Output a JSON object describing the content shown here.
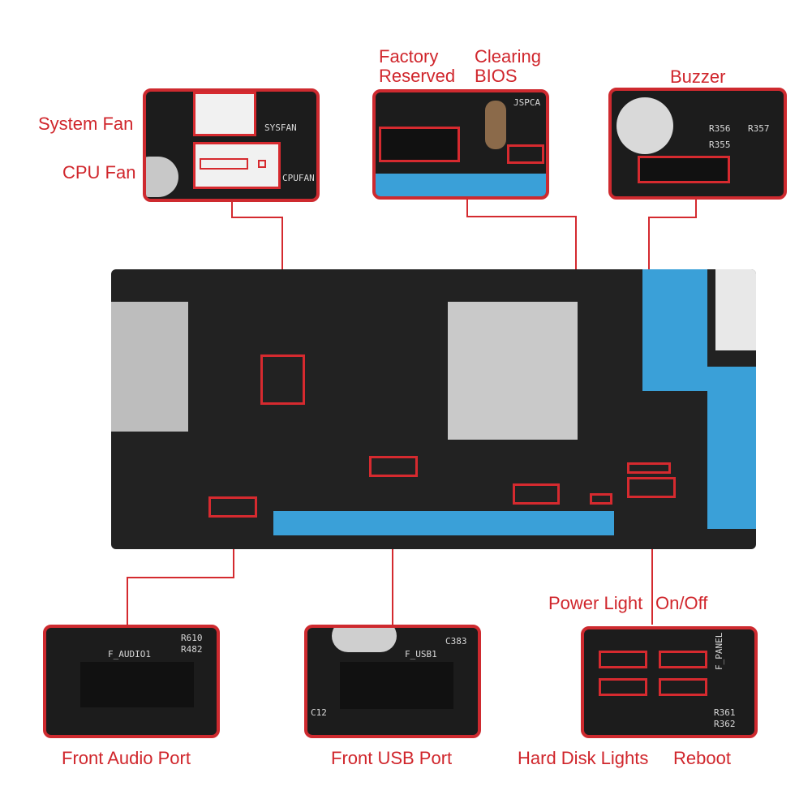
{
  "labels": {
    "system_fan": "System Fan",
    "cpu_fan": "CPU Fan",
    "factory_reserved_1": "Factory",
    "factory_reserved_2": "Reserved",
    "clearing_bios_1": "Clearing",
    "clearing_bios_2": "BIOS",
    "buzzer": "Buzzer",
    "power_light": "Power Light",
    "on_off": "On/Off",
    "front_audio": "Front Audio Port",
    "front_usb": "Front USB Port",
    "hdd_lights": "Hard Disk Lights",
    "reboot": "Reboot"
  },
  "silkscreen": {
    "sysfan": "SYSFAN",
    "cpufan": "CPUFAN",
    "f_audio": "F_AUDIO1",
    "f_usb": "F_USB1",
    "f_panel": "F_PANEL",
    "c383": "C383",
    "r610": "R610",
    "r482": "R482",
    "c12": "C12",
    "r361": "R361",
    "r362": "R362",
    "r357": "R357",
    "r355": "R355",
    "r356": "R356",
    "jspca": "JSPCA"
  },
  "colors": {
    "accent_red": "#d0262c",
    "slot_blue": "#3aa0d8",
    "pcb": "#222222"
  }
}
